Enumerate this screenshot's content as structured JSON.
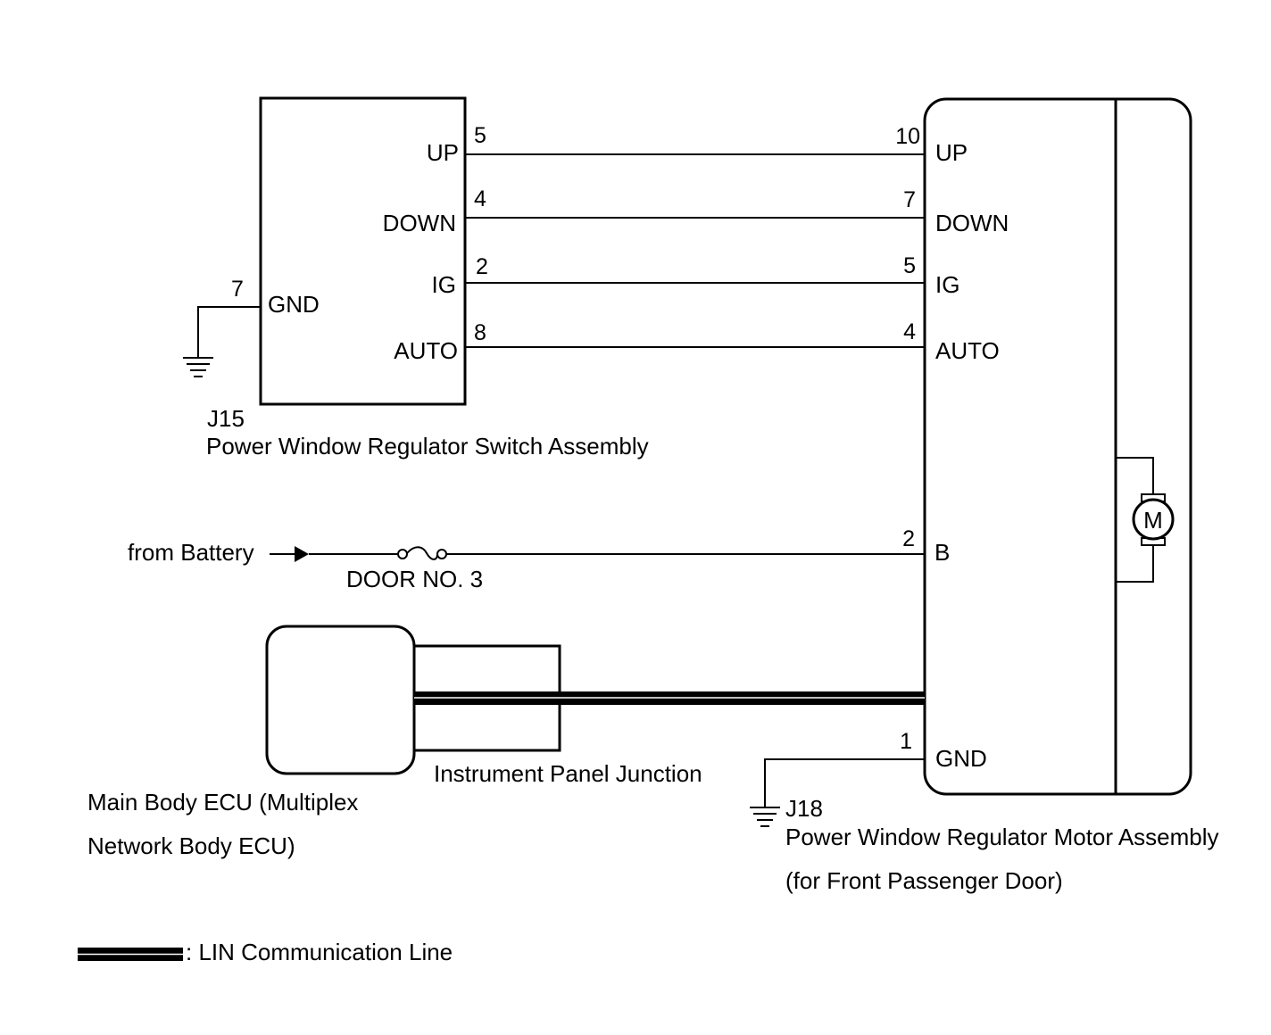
{
  "switch_assembly": {
    "connector": "J15",
    "name": "Power Window Regulator Switch Assembly",
    "terminals": {
      "up": "UP",
      "down": "DOWN",
      "ig": "IG",
      "auto": "AUTO",
      "gnd": "GND"
    },
    "pins": {
      "up": "5",
      "down": "4",
      "ig": "2",
      "auto": "8",
      "gnd": "7"
    }
  },
  "motor_assembly": {
    "connector": "J18",
    "name": "Power Window Regulator Motor Assembly",
    "subtitle": "(for Front Passenger Door)",
    "terminals": {
      "up": "UP",
      "down": "DOWN",
      "ig": "IG",
      "auto": "AUTO",
      "b": "B",
      "gnd": "GND"
    },
    "pins": {
      "up": "10",
      "down": "7",
      "ig": "5",
      "auto": "4",
      "b": "2",
      "gnd": "1"
    },
    "motor_symbol": "M"
  },
  "battery": {
    "label": "from Battery",
    "fuse": "DOOR NO. 3"
  },
  "junction": {
    "name": "Instrument Panel Junction"
  },
  "ecu": {
    "line1": "Main Body ECU (Multiplex",
    "line2": "Network Body ECU)"
  },
  "legend": {
    "label": ": LIN Communication Line"
  }
}
